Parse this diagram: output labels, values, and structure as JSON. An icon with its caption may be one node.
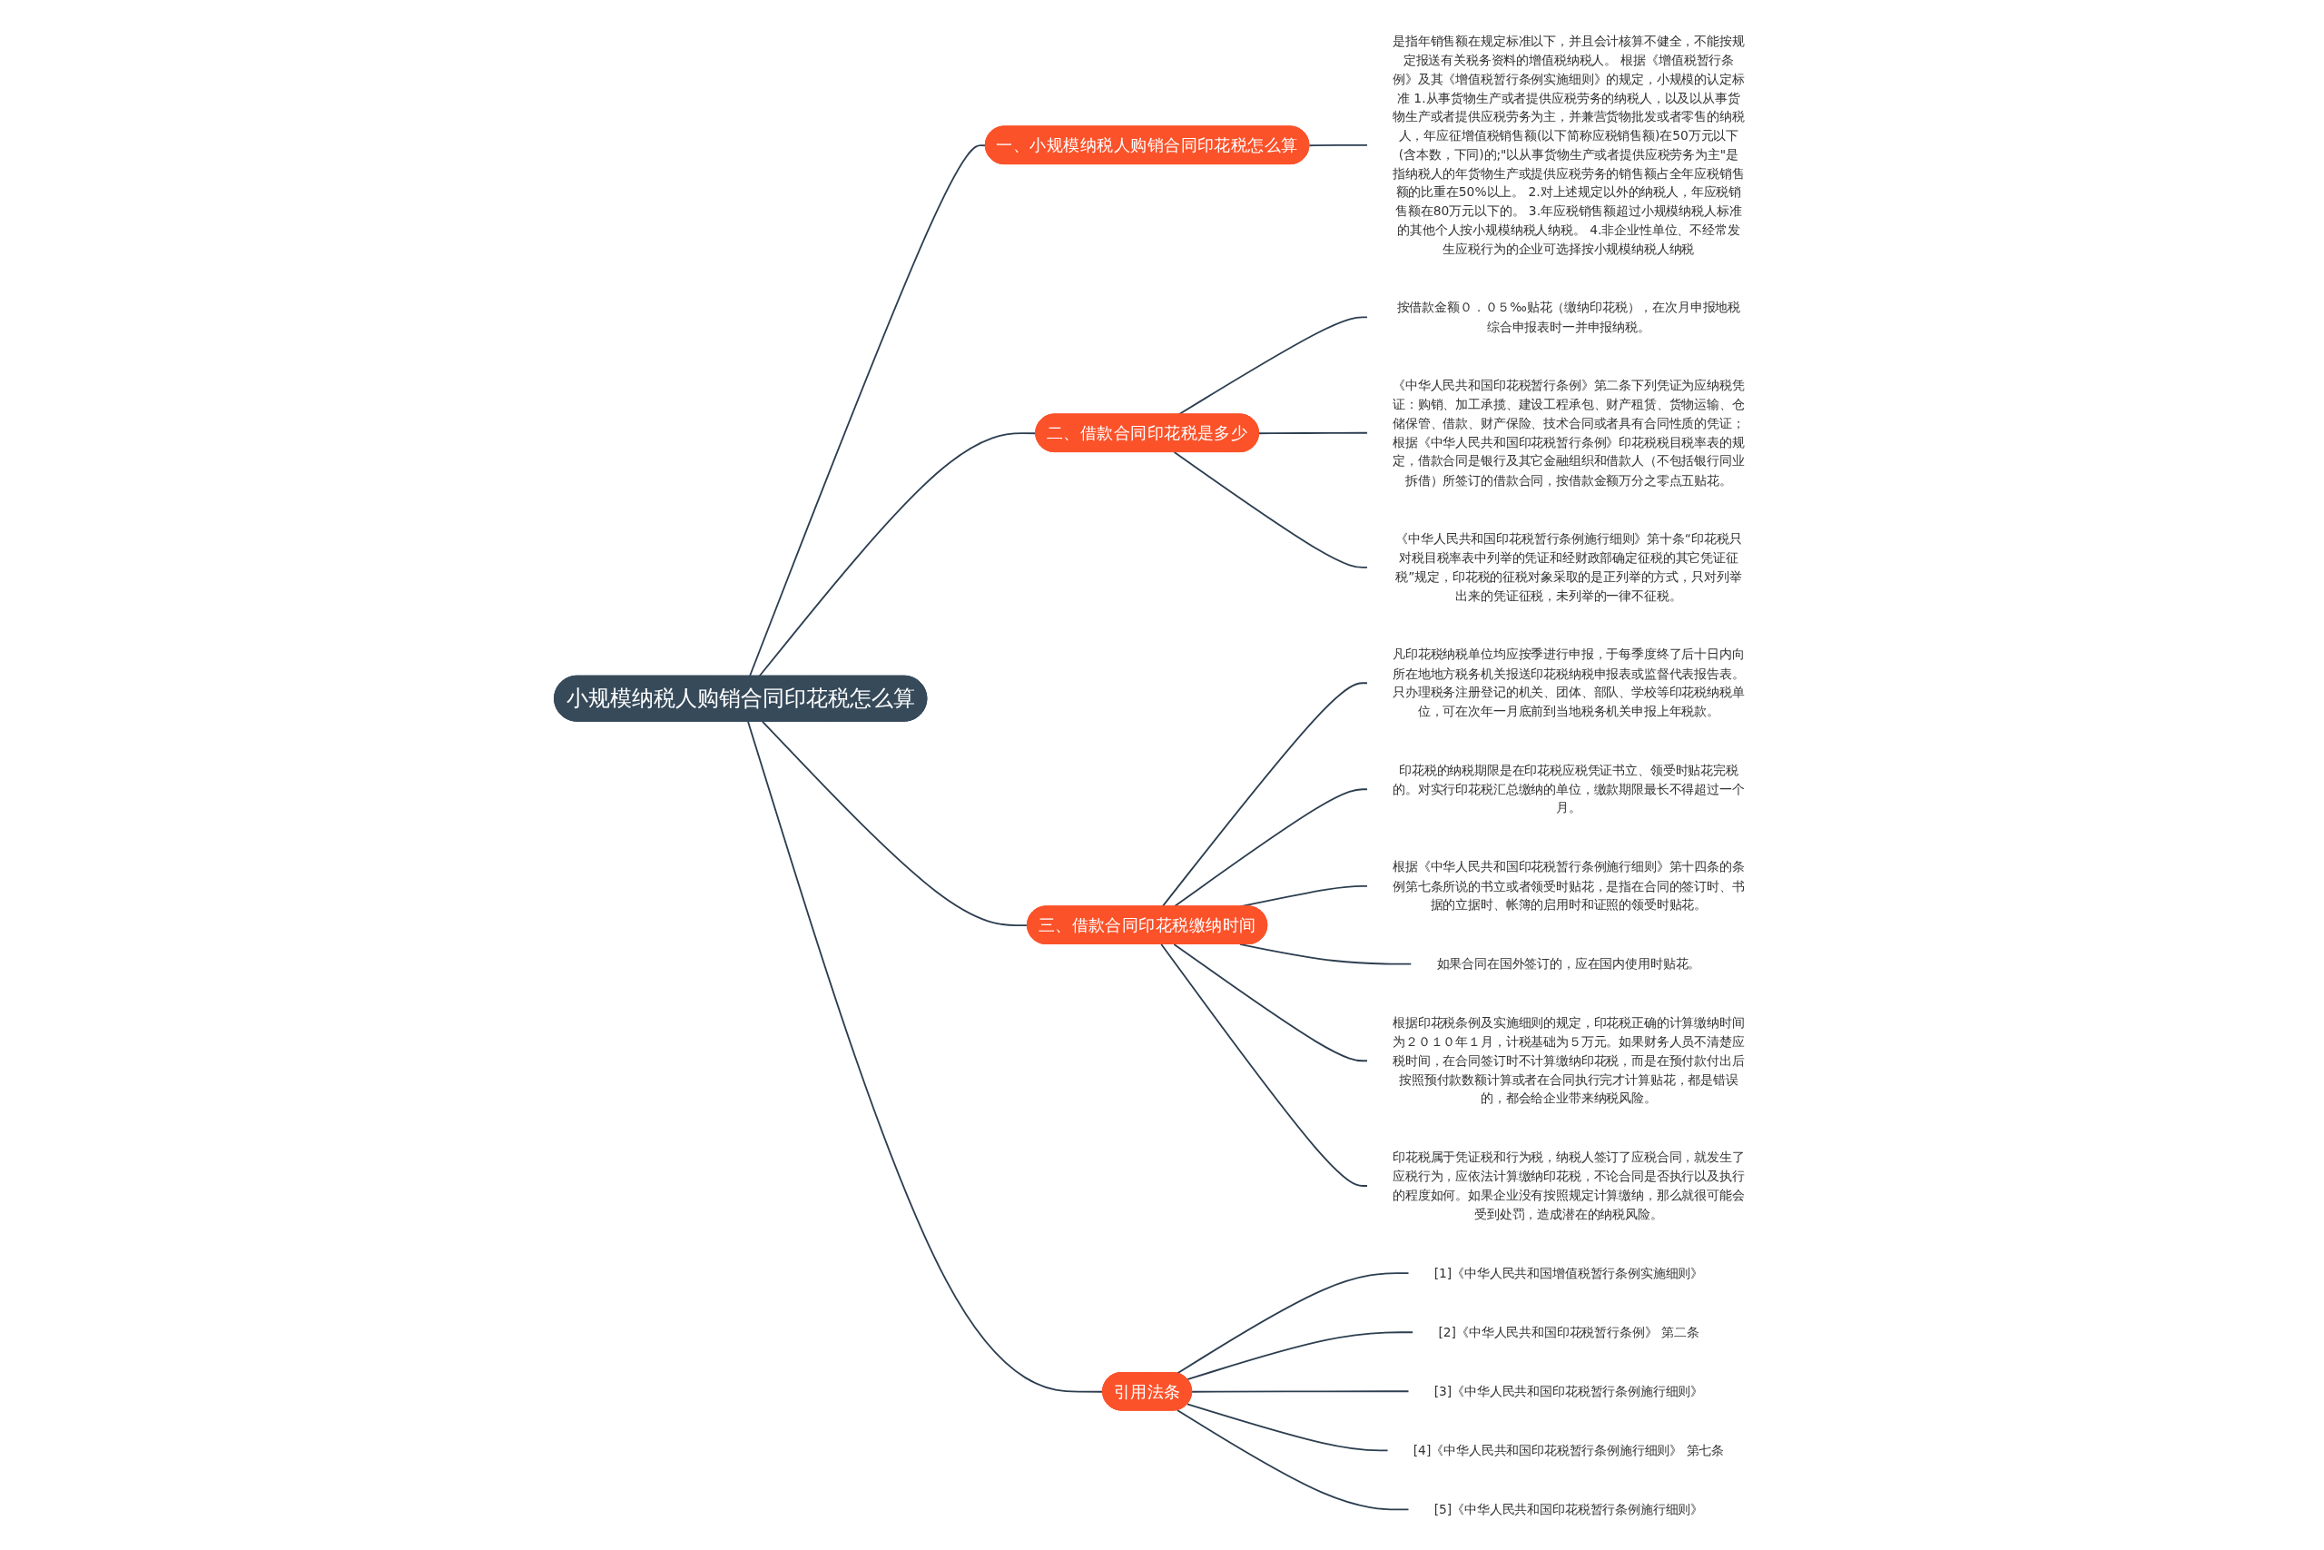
{
  "diagram": {
    "nodes": [
      {
        "text": [
          "小规模纳税人购销合同印花税怎么算"
        ]
      },
      {
        "text": [
          "一、小规模纳税人购销合同印花税怎么算"
        ]
      },
      {
        "text": [
          "是指年销售额在规定标准以下，并且会计核算不健全，不能按规定报送有关税务资料的增值税纳税人。 根据《增值税暂行条例》及其《增值税暂行条例实施细则》的规定，小规模的认定标准 1.从事货物生产或者提供应税劳务的纳税人，以及以从事货物生产或者提供应税劳务为主，并兼营货物批发或者零售的纳税人，年应征增值税销售额(以下简称应税销售额)在50万元以下(含本数，下同)的;\"以从事货物生产或者提供应税劳务为主\"是指纳税人的年货物生产或提供应税劳务的销售额占全年应税销售额的比重在50%以上。 2.对上述规定以外的纳税人，年应税销售额在80万元以下的。 3.年应税销售额超过小规模纳税人标准的其他个人按小规模纳税人纳税。 4.非企业性单位、不经常发生应税行为的企业可选择按小规模纳税人纳税"
        ]
      },
      {
        "text": [
          "二、借款合同印花税是多少"
        ]
      },
      {
        "text": [
          "按借款金额０．０５‰贴花（缴纳印花税），在次月申报地税综合申报表时一并申报纳税。"
        ]
      },
      {
        "text": [
          "《中华人民共和国印花税暂行条例》第二条下列凭证为应纳税凭证：购销、加工承揽、建设工程承包、财产租赁、货物运输、仓储保管、借款、财产保险、技术合同或者具有合同性质的凭证；根据《中华人民共和国印花税暂行条例》印花税税目税率表的规定，借款合同是银行及其它金融组织和借款人（不包括银行同业拆借）所签订的借款合同，按借款金额万分之零点五贴花。"
        ]
      },
      {
        "text": [
          "《中华人民共和国印花税暂行条例施行细则》第十条“印花税只对税目税率表中列举的凭证和经财政部确定征税的其它凭证征税”规定，印花税的征税对象采取的是正列举的方式，只对列举出来的凭证征税，未列举的一律不征税。"
        ]
      },
      {
        "text": [
          "三、借款合同印花税缴纳时间"
        ]
      },
      {
        "text": [
          "凡印花税纳税单位均应按季进行申报，于每季度终了后十日内向所在地地方税务机关报送印花税纳税申报表或监督代表报告表。只办理税务注册登记的机关、团体、部队、学校等印花税纳税单位，可在次年一月底前到当地税务机关申报上年税款。"
        ]
      },
      {
        "text": [
          "印花税的纳税期限是在印花税应税凭证书立、领受时贴花完税的。对实行印花税汇总缴纳的单位，缴款期限最长不得超过一个月。"
        ]
      },
      {
        "text": [
          "根据《中华人民共和国印花税暂行条例施行细则》第十四条的条例第七条所说的书立或者领受时贴花，是指在合同的签订时、书据的立据时、帐簿的启用时和证照的领受时贴花。"
        ]
      },
      {
        "text": [
          "如果合同在国外签订的，应在国内使用时贴花。"
        ]
      },
      {
        "text": [
          "根据印花税条例及实施细则的规定，印花税正确的计算缴纳时间为２０１０年１月，计税基础为５万元。如果财务人员不清楚应税时间，在合同签订时不计算缴纳印花税，而是在预付款付出后按照预付款数额计算或者在合同执行完才计算贴花，都是错误的，都会给企业带来纳税风险。"
        ]
      },
      {
        "text": [
          "印花税属于凭证税和行为税，纳税人签订了应税合同，就发生了应税行为，应依法计算缴纳印花税，不论合同是否执行以及执行的程度如何。如果企业没有按照规定计算缴纳，那么就很可能会受到处罚，造成潜在的纳税风险。"
        ]
      },
      {
        "text": [
          "引用法条"
        ]
      },
      {
        "text": [
          "[1]《中华人民共和国增值税暂行条例实施细则》"
        ]
      },
      {
        "text": [
          "[2]《中华人民共和国印花税暂行条例》 第二条"
        ]
      },
      {
        "text": [
          "[3]《中华人民共和国印花税暂行条例施行细则》"
        ]
      },
      {
        "text": [
          "[4]《中华人民共和国印花税暂行条例施行细则》 第七条"
        ]
      },
      {
        "text": [
          "[5]《中华人民共和国印花税暂行条例施行细则》"
        ]
      }
    ],
    "edges": [
      {
        "from": 0,
        "to": 1,
        "arrow": "none"
      },
      {
        "from": 1,
        "to": 2,
        "arrow": "none"
      },
      {
        "from": 0,
        "to": 3,
        "arrow": "none"
      },
      {
        "from": 3,
        "to": 4,
        "arrow": "none"
      },
      {
        "from": 3,
        "to": 5,
        "arrow": "none"
      },
      {
        "from": 3,
        "to": 6,
        "arrow": "none"
      },
      {
        "from": 0,
        "to": 7,
        "arrow": "none"
      },
      {
        "from": 7,
        "to": 8,
        "arrow": "none"
      },
      {
        "from": 7,
        "to": 9,
        "arrow": "none"
      },
      {
        "from": 7,
        "to": 10,
        "arrow": "none"
      },
      {
        "from": 7,
        "to": 11,
        "arrow": "none"
      },
      {
        "from": 7,
        "to": 12,
        "arrow": "none"
      },
      {
        "from": 7,
        "to": 13,
        "arrow": "none"
      },
      {
        "from": 0,
        "to": 14,
        "arrow": "none"
      },
      {
        "from": 14,
        "to": 15,
        "arrow": "none"
      },
      {
        "from": 14,
        "to": 16,
        "arrow": "none"
      },
      {
        "from": 14,
        "to": 17,
        "arrow": "none"
      },
      {
        "from": 14,
        "to": 18,
        "arrow": "none"
      },
      {
        "from": 14,
        "to": 19,
        "arrow": "none"
      }
    ]
  }
}
